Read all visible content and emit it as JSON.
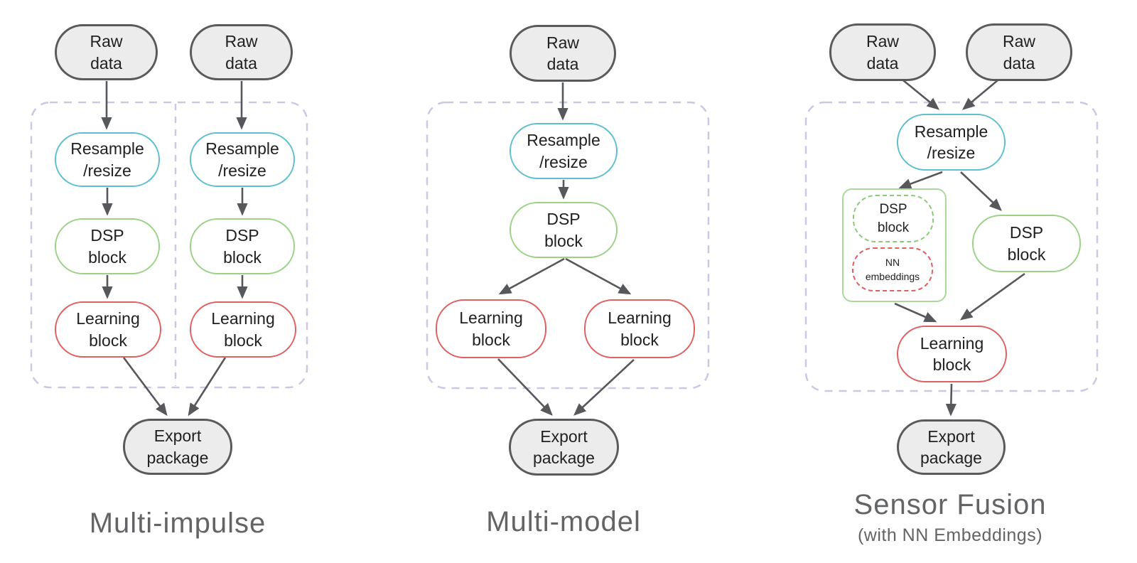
{
  "colors": {
    "node_fill_gray": "#ececec",
    "node_border_gray": "#595a5c",
    "resample_border": "#5ebfce",
    "dsp_border": "#9bd287",
    "learning_border": "#de6060",
    "nn_embeddings_border": "#de6060",
    "embedded_group_border": "#abd89c",
    "container_dash": "#c9c9e2",
    "arrow": "#57585b",
    "caption_text": "#636466",
    "node_text": "#212121"
  },
  "diagrams": {
    "multi_impulse": {
      "title": "Multi-impulse",
      "nodes": {
        "raw_1": "Raw\ndata",
        "raw_2": "Raw\ndata",
        "resample_1": "Resample\n/resize",
        "resample_2": "Resample\n/resize",
        "dsp_1": "DSP\nblock",
        "dsp_2": "DSP\nblock",
        "learning_1": "Learning\nblock",
        "learning_2": "Learning\nblock",
        "export": "Export\npackage"
      }
    },
    "multi_model": {
      "title": "Multi-model",
      "nodes": {
        "raw": "Raw\ndata",
        "resample": "Resample\n/resize",
        "dsp": "DSP\nblock",
        "learning_left": "Learning\nblock",
        "learning_right": "Learning\nblock",
        "export": "Export\npackage"
      }
    },
    "sensor_fusion": {
      "title": "Sensor Fusion",
      "subtitle": "(with NN Embeddings)",
      "nodes": {
        "raw_1": "Raw\ndata",
        "raw_2": "Raw\ndata",
        "resample": "Resample\n/resize",
        "dsp_embedded": "DSP\nblock",
        "nn_embeddings": "NN\nembeddings",
        "dsp": "DSP\nblock",
        "learning": "Learning\nblock",
        "export": "Export\npackage"
      }
    }
  }
}
